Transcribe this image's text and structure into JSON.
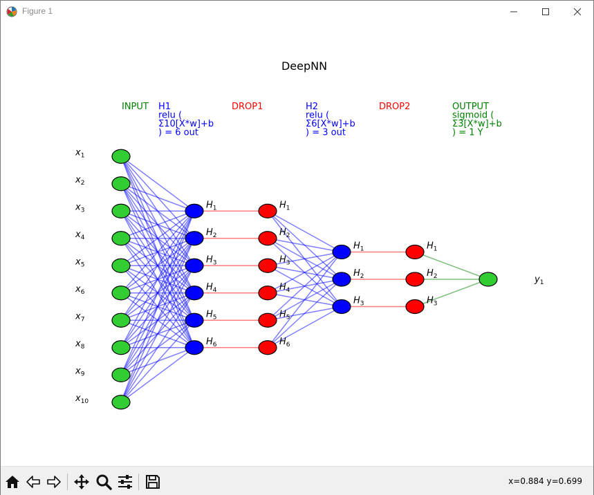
{
  "window": {
    "title": "Figure 1",
    "icons": [
      "matplotlib-figure-icon",
      "minimize-icon",
      "maximize-icon",
      "close-icon"
    ]
  },
  "diagram": {
    "title": "DeepNN",
    "layers": [
      {
        "id": "input",
        "lines": [
          "INPUT"
        ],
        "color": "#008000",
        "node_color": "#32cd32",
        "size": 10,
        "node_labels": [
          "x1",
          "x2",
          "x3",
          "x4",
          "x5",
          "x6",
          "x7",
          "x8",
          "x9",
          "x10"
        ]
      },
      {
        "id": "h1",
        "lines": [
          "H1",
          "relu (",
          "Σ10[X*w]+b",
          ") = 6 out"
        ],
        "color": "#0000ff",
        "node_color": "#0000ff",
        "size": 6,
        "node_labels": [
          "H1",
          "H2",
          "H3",
          "H4",
          "H5",
          "H6"
        ]
      },
      {
        "id": "drop1",
        "lines": [
          "DROP1"
        ],
        "color": "#ff0000",
        "node_color": "#ff0000",
        "size": 6,
        "node_labels": [
          "H1",
          "H2",
          "H3",
          "H4",
          "H5",
          "H6"
        ]
      },
      {
        "id": "h2",
        "lines": [
          "H2",
          "relu (",
          "Σ6[X*w]+b",
          ") = 3 out"
        ],
        "color": "#0000ff",
        "node_color": "#0000ff",
        "size": 3,
        "node_labels": [
          "H1",
          "H2",
          "H3"
        ]
      },
      {
        "id": "drop2",
        "lines": [
          "DROP2"
        ],
        "color": "#ff0000",
        "node_color": "#ff0000",
        "size": 3,
        "node_labels": [
          "H1",
          "H2",
          "H3"
        ]
      },
      {
        "id": "output",
        "lines": [
          "OUTPUT",
          "sigmoid (",
          "Σ3[X*w]+b",
          ") = 1 Y"
        ],
        "color": "#008000",
        "node_color": "#32cd32",
        "size": 1,
        "node_labels": []
      }
    ],
    "output_label": "y1",
    "connections": [
      {
        "from": "input",
        "to": "h1",
        "type": "dense",
        "color": "#0000ff"
      },
      {
        "from": "h1",
        "to": "drop1",
        "type": "one-to-one",
        "color": "#ff0000"
      },
      {
        "from": "drop1",
        "to": "h2",
        "type": "dense",
        "color": "#0000ff"
      },
      {
        "from": "h2",
        "to": "drop2",
        "type": "one-to-one",
        "color": "#ff0000"
      },
      {
        "from": "drop2",
        "to": "output",
        "type": "dense",
        "color": "#008000"
      }
    ]
  },
  "toolbar": {
    "buttons": [
      "home-icon",
      "back-icon",
      "forward-icon",
      "pan-icon",
      "zoom-icon",
      "configure-subplots-icon",
      "save-icon"
    ],
    "coords": "x=0.884 y=0.699"
  }
}
